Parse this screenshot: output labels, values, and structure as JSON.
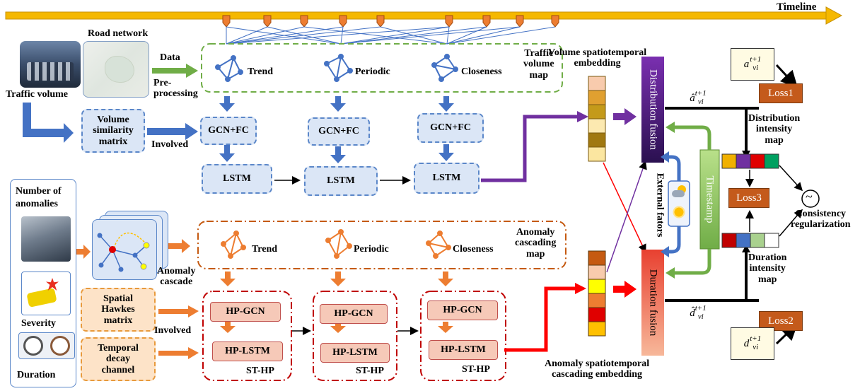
{
  "timeline": {
    "label": "Timeline"
  },
  "inputs": {
    "traffic_volume": "Traffic volume",
    "road_network": "Road network",
    "data": "Data",
    "preprocessing": "Pre-\nprocessing",
    "volume_similarity": "Volume\nsimilarity\nmatrix",
    "involved_top": "Involved",
    "number_of_anomalies": "Number of\nanomalies",
    "severity": "Severity",
    "duration": "Duration",
    "anomaly_cascade": "Anomaly\ncascade",
    "spatial_hawkes": "Spatial\nHawkes\nmatrix",
    "temporal_decay": "Temporal\ndecay\nchannel",
    "involved_bottom": "Involved"
  },
  "traffic_map": {
    "graphs": [
      "Trend",
      "Periodic",
      "Closeness"
    ],
    "label": "Traffic\nvolume\nmap",
    "gcn": "GCN+FC",
    "lstm": "LSTM"
  },
  "anomaly_map": {
    "graphs": [
      "Trend",
      "Periodic",
      "Closeness"
    ],
    "label": "Anomaly\ncascading\nmap",
    "hp_gcn": "HP-GCN",
    "hp_lstm": "HP-LSTM",
    "st_hp": "ST-HP"
  },
  "fusion": {
    "volume_embedding": "Volume spatiotemporal\nembedding",
    "anomaly_embedding": "Anomaly spatiotemporal\ncascading embedding",
    "distribution_fusion": "Distribution fusion",
    "duration_fusion": "Duration fusion",
    "external_factors": "External fators",
    "timestamp": "Timestamp"
  },
  "outputs": {
    "loss1": "Loss1",
    "loss2": "Loss2",
    "loss3": "Loss3",
    "distribution_intensity": "Distribution\nintensity\nmap",
    "duration_intensity": "Duration\nintensity\nmap",
    "consistency": "Consistency\nregularization",
    "a_true": "a",
    "a_hat": "â",
    "d_true": "d",
    "d_hat": "d̂",
    "sub": "vi",
    "sup": "t+1",
    "tilde": "~"
  },
  "colors": {
    "timeline": "#f5b800",
    "blue_arrow": "#4472c4",
    "orange_arrow": "#ed7d31",
    "purple": "#7030a0",
    "red": "#ff0000",
    "green": "#70ad47",
    "loss": "#c45a1b"
  }
}
